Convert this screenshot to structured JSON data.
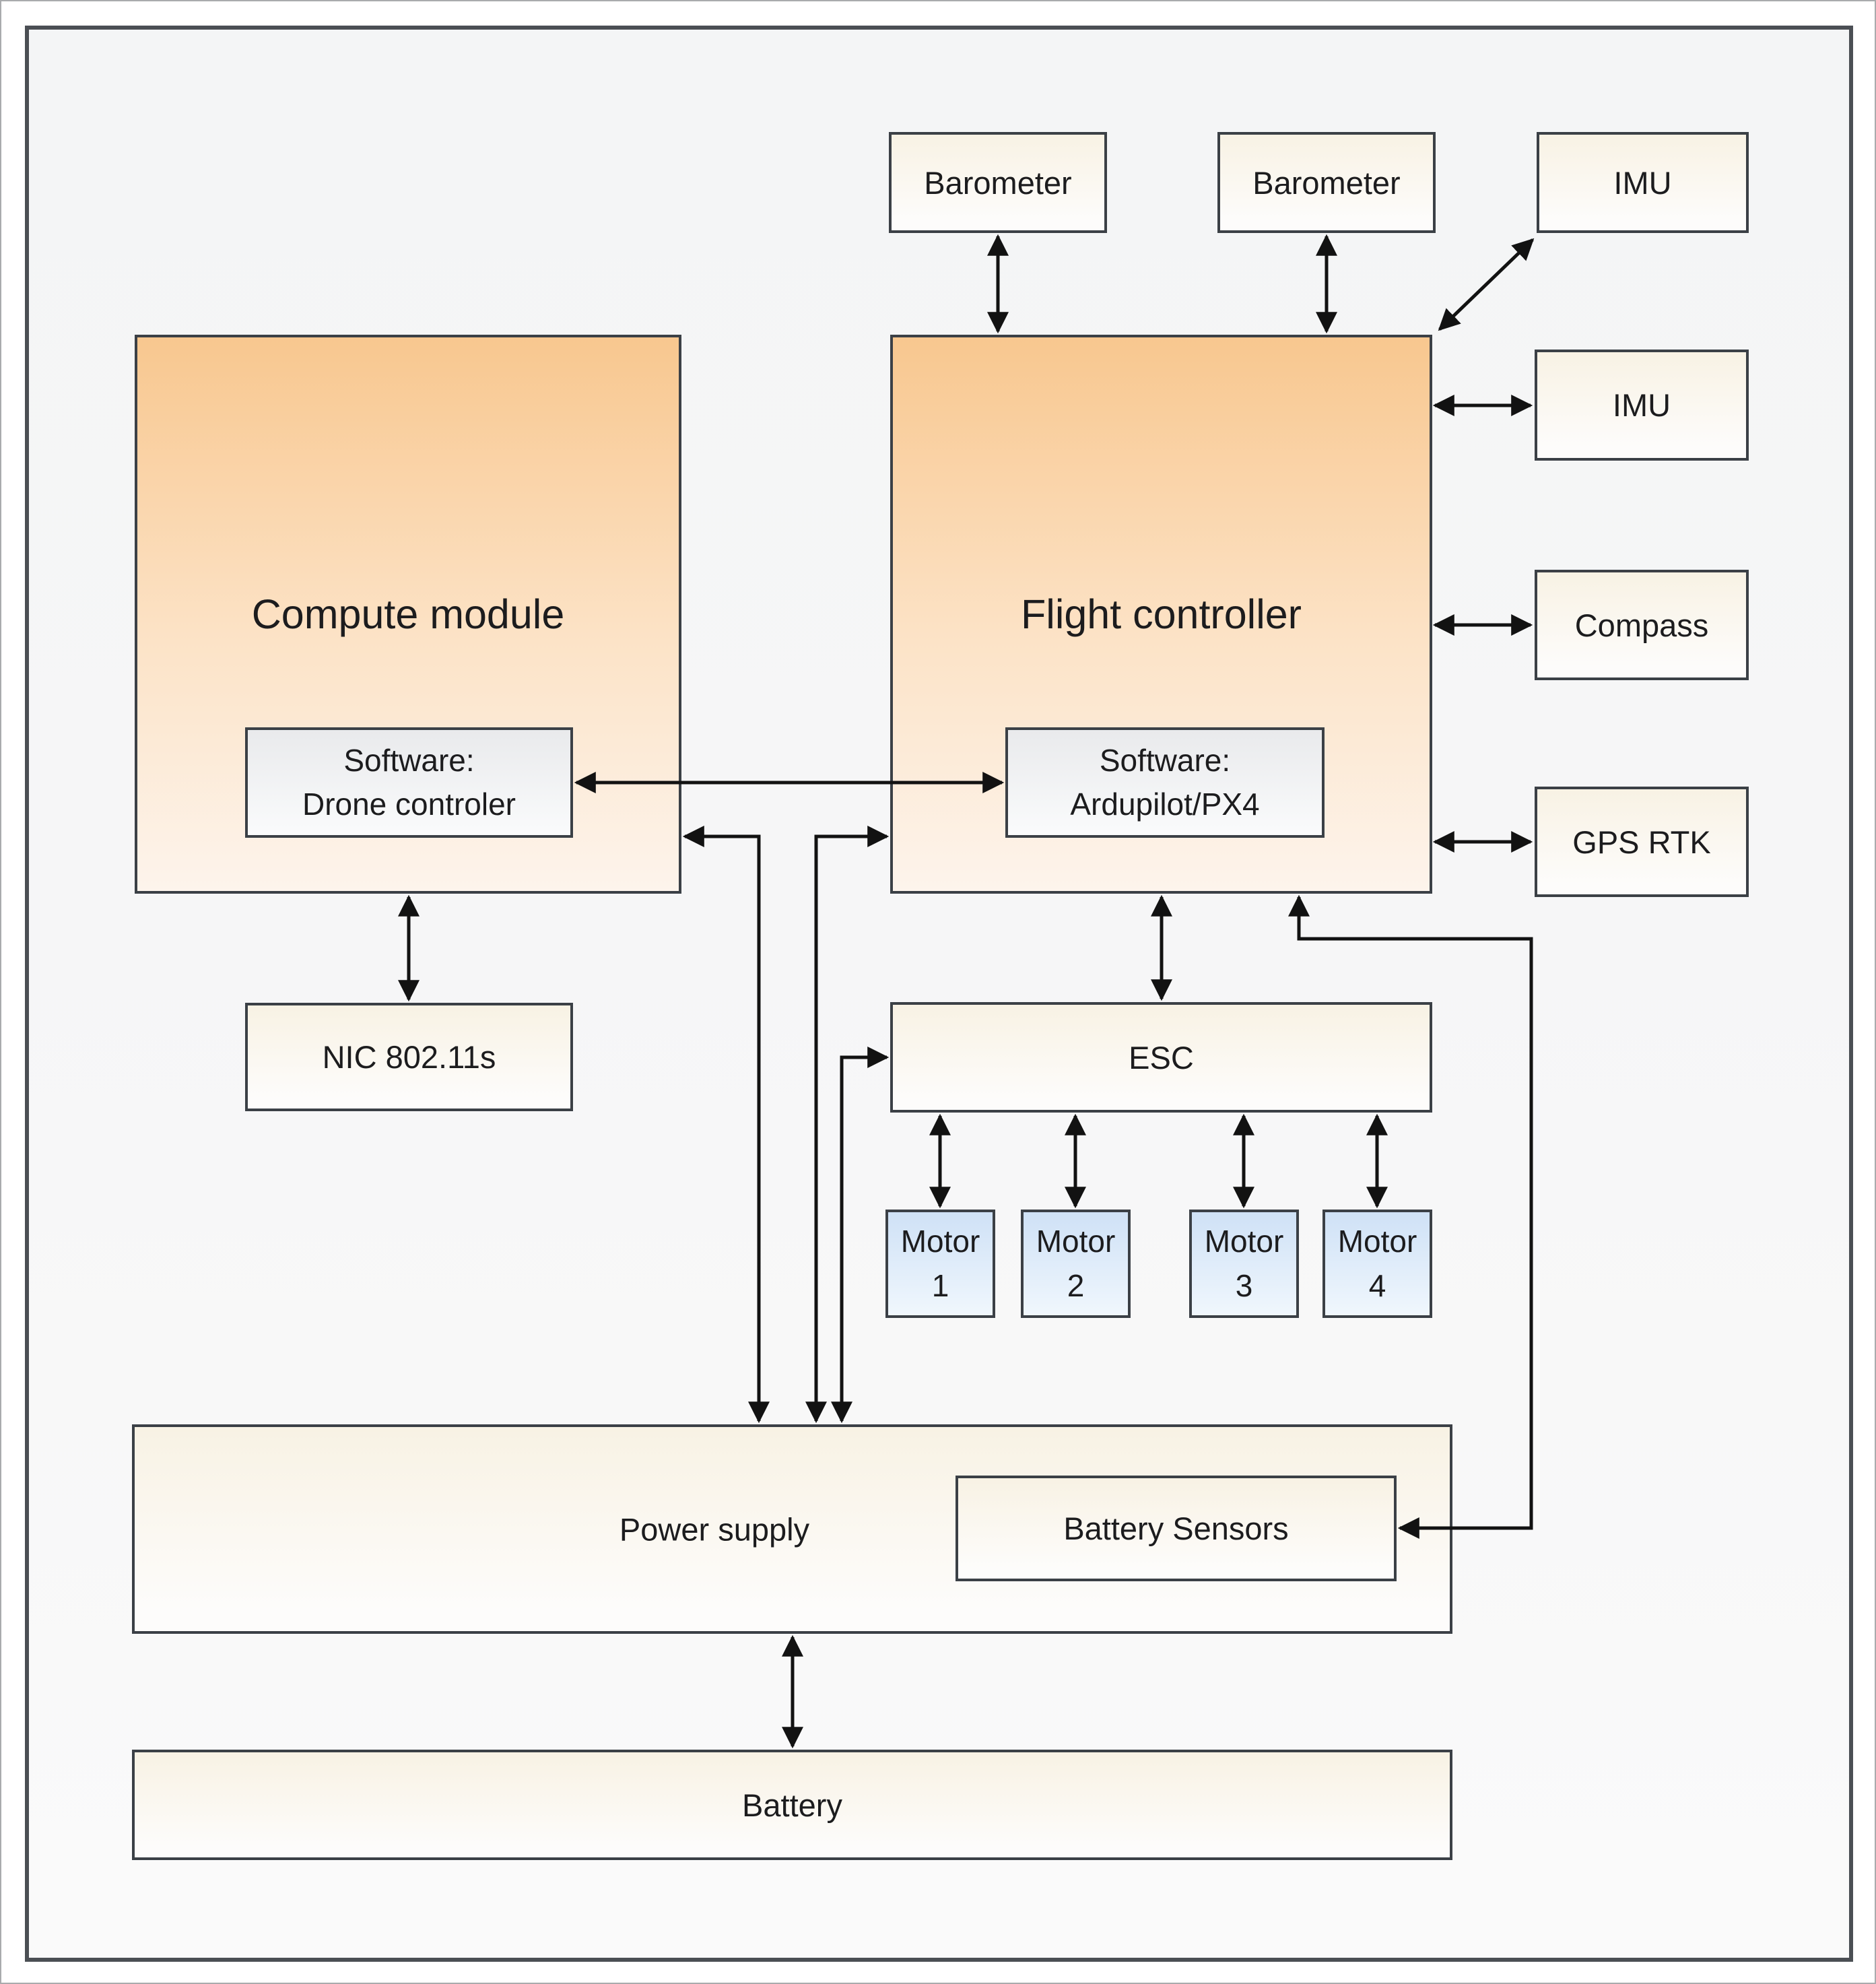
{
  "nodes": {
    "barometer_1": "Barometer",
    "barometer_2": "Barometer",
    "imu_1": "IMU",
    "imu_2": "IMU",
    "compass": "Compass",
    "gps_rtk": "GPS RTK",
    "compute_module": "Compute module",
    "flight_controller": "Flight controller",
    "software_drone": "Software:\nDrone controler",
    "software_ardupilot": "Software:\nArdupilot/PX4",
    "nic": "NIC 802.11s",
    "esc": "ESC",
    "motor_1": "Motor\n1",
    "motor_2": "Motor\n2",
    "motor_3": "Motor\n3",
    "motor_4": "Motor\n4",
    "power_supply": "Power supply",
    "battery_sensors": "Battery Sensors",
    "battery": "Battery"
  },
  "connections": [
    {
      "from": "barometer_1",
      "to": "flight_controller",
      "type": "bidirectional"
    },
    {
      "from": "barometer_2",
      "to": "flight_controller",
      "type": "bidirectional"
    },
    {
      "from": "imu_1",
      "to": "flight_controller",
      "type": "bidirectional-diagonal"
    },
    {
      "from": "imu_2",
      "to": "flight_controller",
      "type": "bidirectional"
    },
    {
      "from": "compass",
      "to": "flight_controller",
      "type": "bidirectional"
    },
    {
      "from": "gps_rtk",
      "to": "flight_controller",
      "type": "bidirectional"
    },
    {
      "from": "software_drone",
      "to": "software_ardupilot",
      "type": "bidirectional"
    },
    {
      "from": "compute_module",
      "to": "nic",
      "type": "bidirectional"
    },
    {
      "from": "flight_controller",
      "to": "esc",
      "type": "bidirectional"
    },
    {
      "from": "esc",
      "to": "motor_1",
      "type": "bidirectional"
    },
    {
      "from": "esc",
      "to": "motor_2",
      "type": "bidirectional"
    },
    {
      "from": "esc",
      "to": "motor_3",
      "type": "bidirectional"
    },
    {
      "from": "esc",
      "to": "motor_4",
      "type": "bidirectional"
    },
    {
      "from": "power_supply",
      "to": "compute_module",
      "type": "bidirectional-elbow"
    },
    {
      "from": "power_supply",
      "to": "flight_controller",
      "type": "bidirectional-elbow"
    },
    {
      "from": "power_supply",
      "to": "esc",
      "type": "bidirectional-elbow"
    },
    {
      "from": "battery_sensors",
      "to": "flight_controller",
      "type": "bidirectional-elbow"
    },
    {
      "from": "power_supply",
      "to": "battery",
      "type": "bidirectional"
    }
  ],
  "colors": {
    "module_top": "#f8c78f",
    "module_mid": "#fce3c7",
    "module_bottom": "#fdf4ec",
    "plain_top": "#f8f2e4",
    "plain_bottom": "#fdfcfb",
    "software_top": "#e9eaec",
    "software_bottom": "#fafbfc",
    "motor_top": "#cfe1f6",
    "motor_bottom": "#f0f7fd",
    "box_border": "#3b4046",
    "frame_border": "#4b4f54",
    "line": "#121212",
    "text": "#1c1c1e",
    "bg_top": "#f4f5f6",
    "bg_bottom": "#fafafa",
    "page_edge": "#a9abad"
  }
}
